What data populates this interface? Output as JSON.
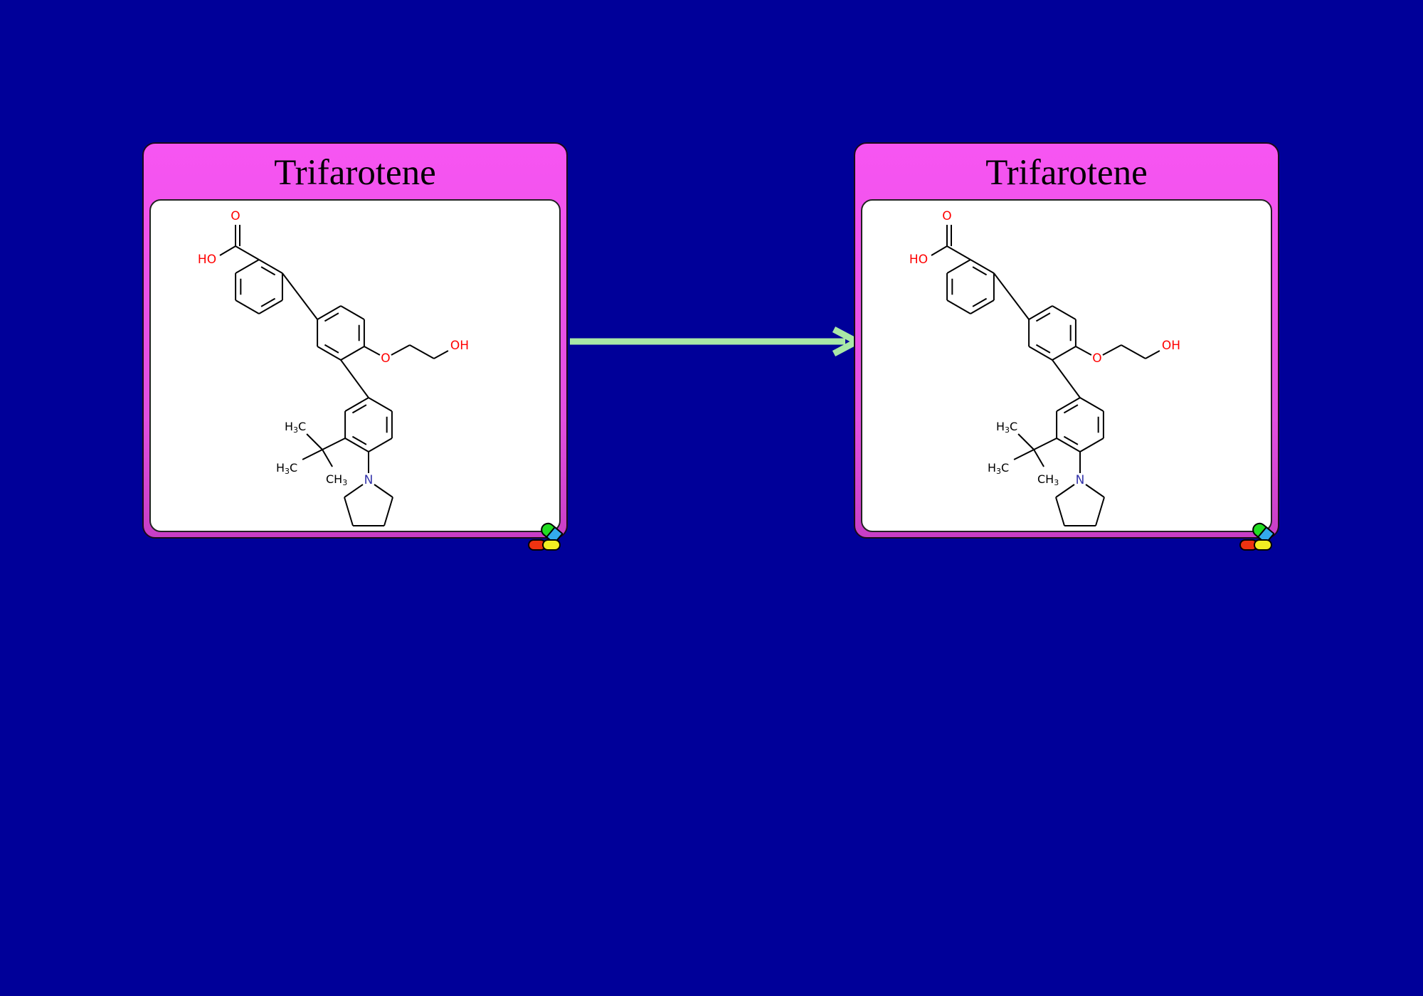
{
  "diagram": {
    "nodes": [
      {
        "id": "left",
        "title": "Trifarotene",
        "labels": {
          "o_carbonyl": "O",
          "hydroxyl_acid": "HO",
          "ether_o": "O",
          "hydroxyl_tail": "OH",
          "nitrogen": "N"
        }
      },
      {
        "id": "right",
        "title": "Trifarotene",
        "labels": {
          "o_carbonyl": "O",
          "hydroxyl_acid": "HO",
          "ether_o": "O",
          "hydroxyl_tail": "OH",
          "nitrogen": "N"
        }
      }
    ],
    "edges": [
      {
        "from": "left",
        "to": "right",
        "color": "#a9e8a6"
      }
    ],
    "colors": {
      "background": "#000099",
      "node_header": "#f755f2",
      "node_body": "#ffffff",
      "heteroatom_o": "#ff0000",
      "heteroatom_n": "#3333aa",
      "bond": "#000000"
    },
    "icons": [
      "drug-capsule-icon"
    ]
  }
}
